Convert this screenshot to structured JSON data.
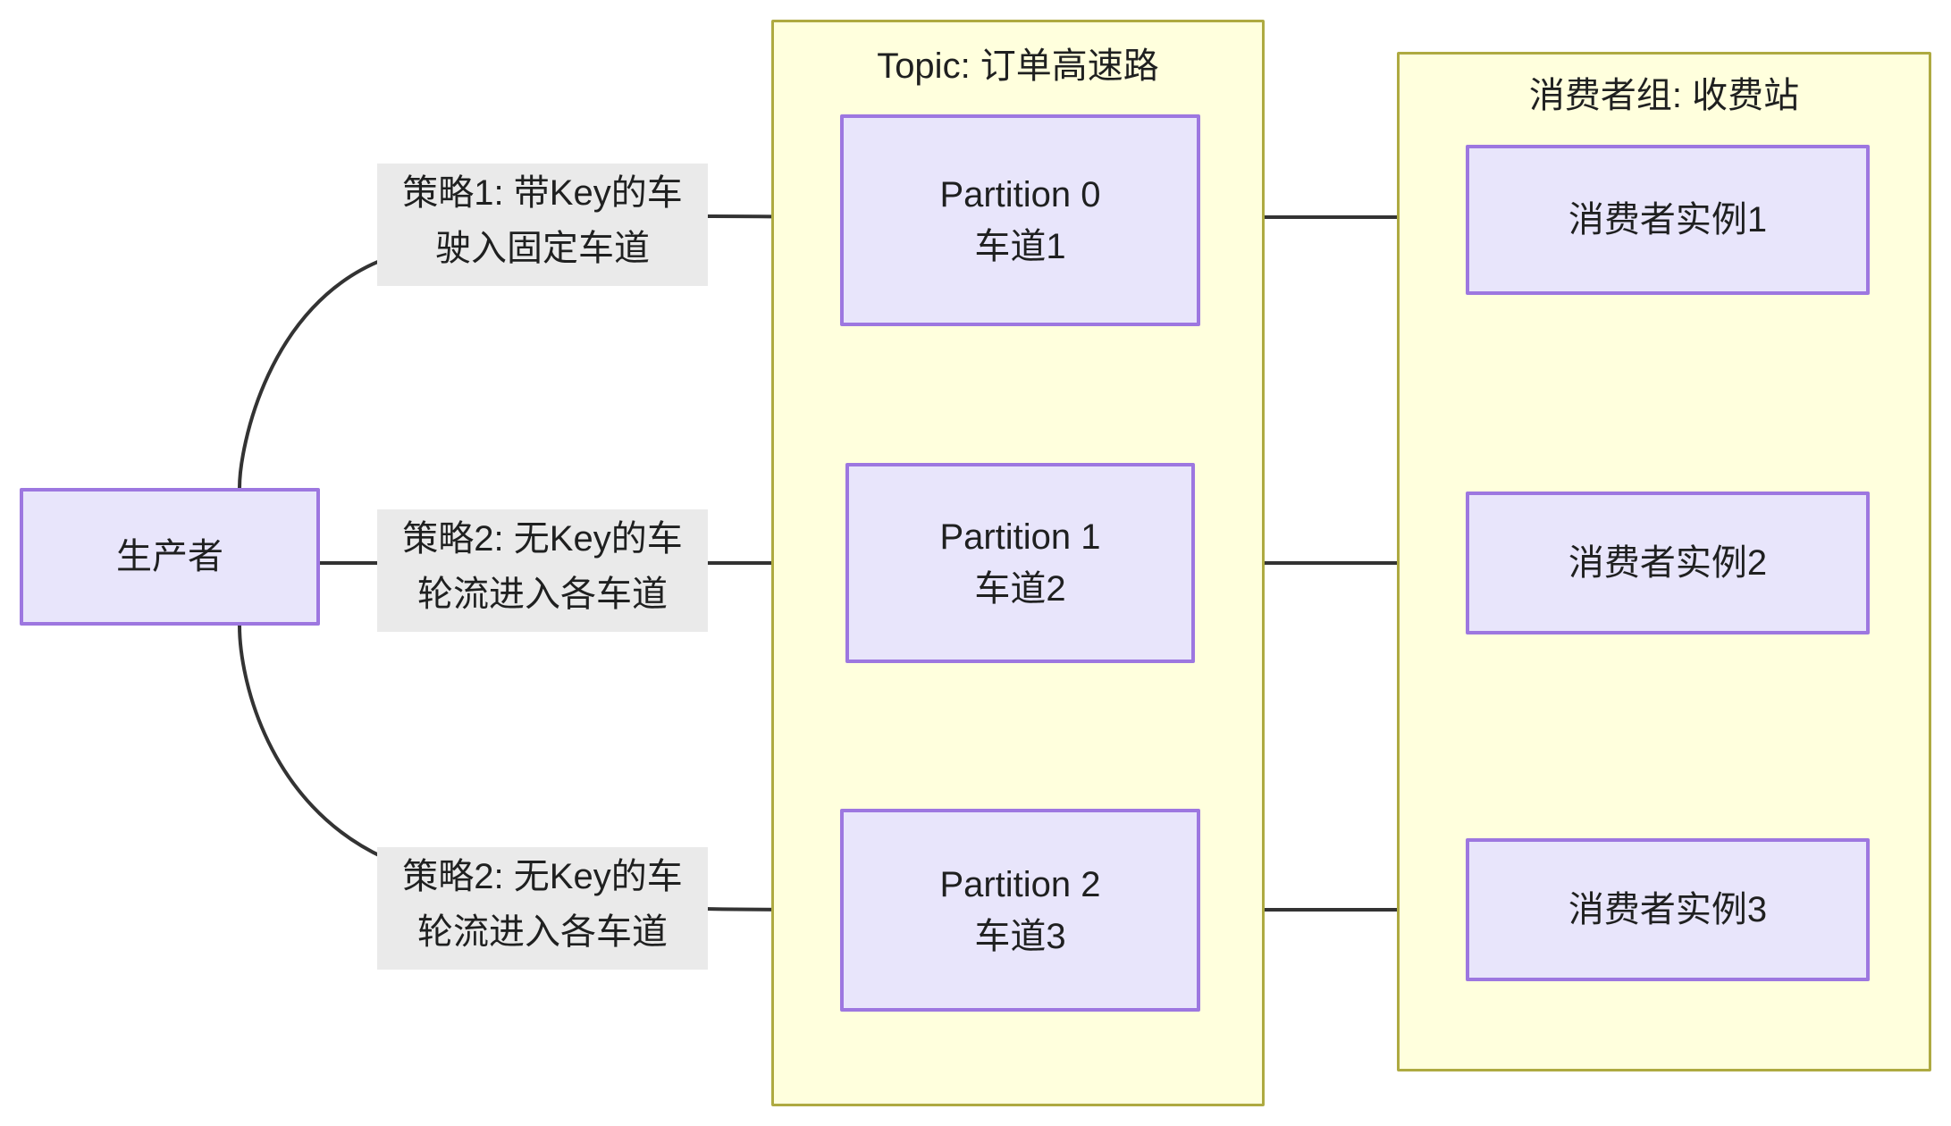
{
  "diagram": {
    "type": "flowchart",
    "direction": "left-to-right",
    "background_color": "#ffffff",
    "node_fill": "#e8e5fb",
    "node_border": "#9d77e0",
    "cluster_fill": "#ffffdd",
    "cluster_border": "#aeaa41",
    "edge_color": "#333333",
    "edge_label_background": "#eaeaea"
  },
  "producer": {
    "label": "生产者"
  },
  "topic_cluster": {
    "title": "Topic: 订单高速路",
    "partitions": [
      {
        "title": "Partition 0",
        "subtitle": "车道1"
      },
      {
        "title": "Partition 1",
        "subtitle": "车道2"
      },
      {
        "title": "Partition 2",
        "subtitle": "车道3"
      }
    ]
  },
  "consumer_group_cluster": {
    "title": "消费者组: 收费站",
    "consumers": [
      {
        "label": "消费者实例1"
      },
      {
        "label": "消费者实例2"
      },
      {
        "label": "消费者实例3"
      }
    ]
  },
  "edge_labels": [
    {
      "line1": "策略1: 带Key的车",
      "line2": "驶入固定车道",
      "text": "策略1: 带Key的车\n驶入固定车道"
    },
    {
      "line1": "策略2: 无Key的车",
      "line2": "轮流进入各车道",
      "text": "策略2: 无Key的车\n轮流进入各车道"
    },
    {
      "line1": "策略2: 无Key的车",
      "line2": "轮流进入各车道",
      "text": "策略2: 无Key的车\n轮流进入各车道"
    }
  ],
  "node_text": {
    "partition0": "Partition 0\n车道1",
    "partition1": "Partition 1\n车道2",
    "partition2": "Partition 2\n车道3"
  }
}
